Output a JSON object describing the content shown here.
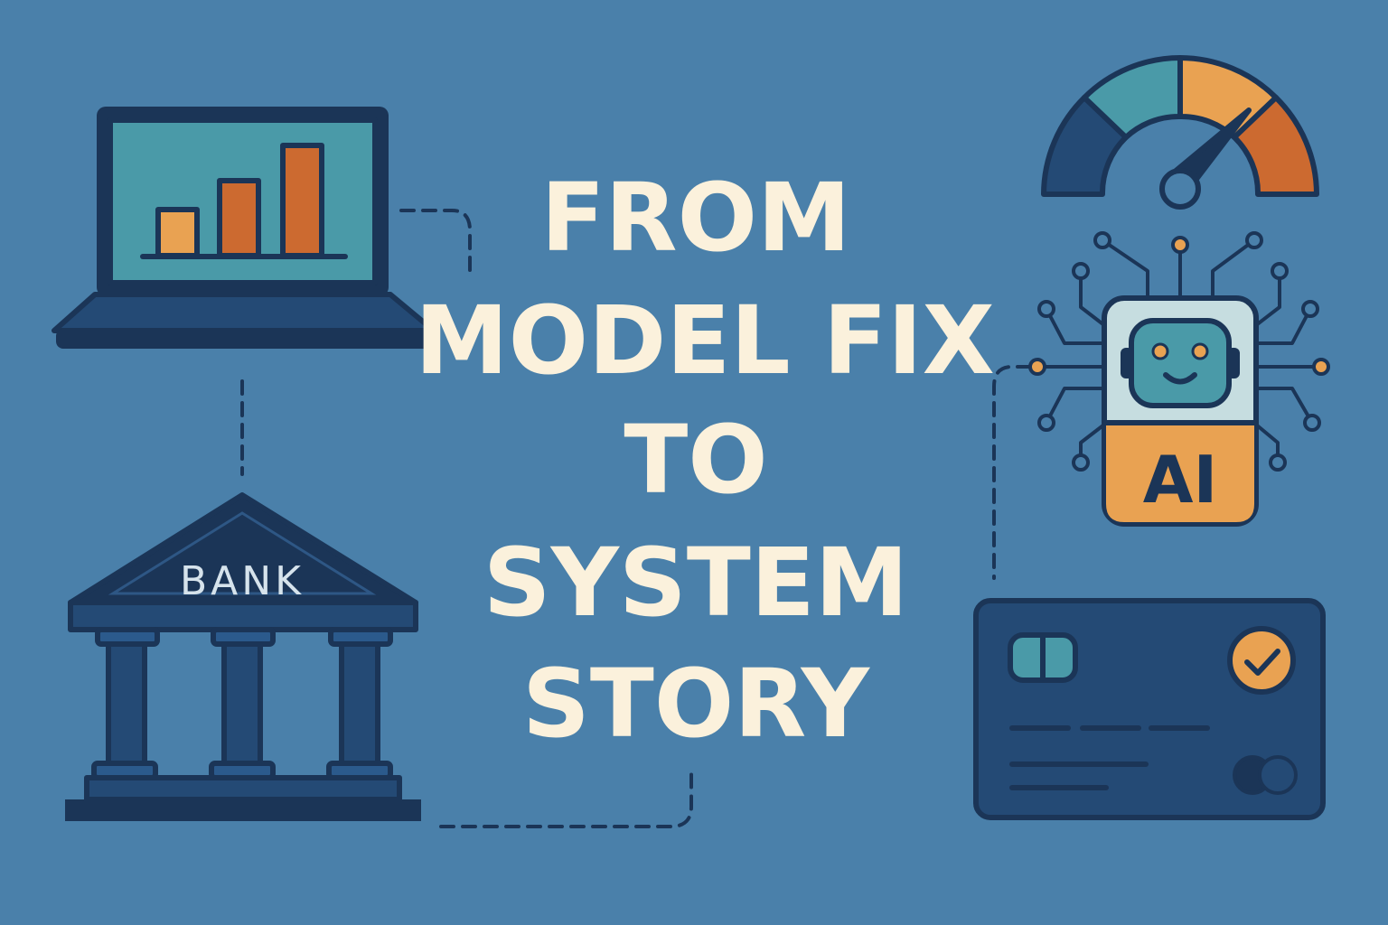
{
  "headline": {
    "lines": [
      "FROM",
      "MODEL FIX",
      "TO",
      "SYSTEM",
      "STORY"
    ]
  },
  "bank": {
    "label": "BANK"
  },
  "ai_chip": {
    "label": "AI"
  },
  "icons": {
    "laptop": "laptop-bar-chart-icon",
    "bank": "bank-building-icon",
    "gauge": "speedometer-gauge-icon",
    "robot": "ai-robot-chip-icon",
    "card": "credit-card-check-icon"
  },
  "colors": {
    "background": "#4a80aa",
    "ink": "#1b3557",
    "cream": "#fbf1dc",
    "teal": "#4a9aa8",
    "orange_light": "#e9a252",
    "orange_dark": "#cc6a30"
  }
}
